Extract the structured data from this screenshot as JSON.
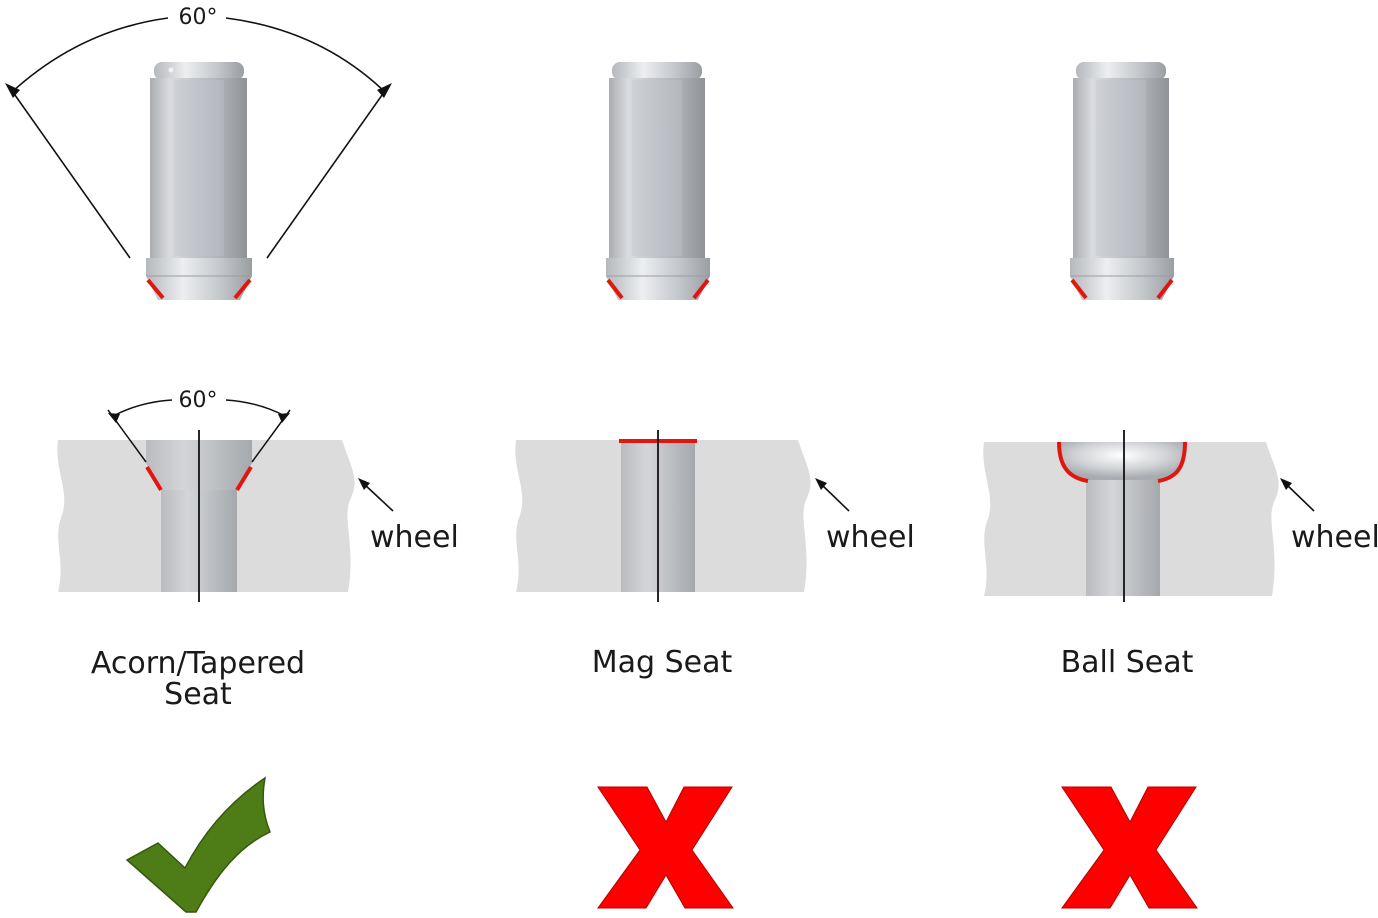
{
  "angle_label": "60°",
  "wheel_label": "wheel",
  "columns": [
    {
      "title_lines": [
        "Acorn/Tapered",
        "Seat"
      ],
      "seat_type": "tapered",
      "compatible": true
    },
    {
      "title_lines": [
        "Mag Seat"
      ],
      "seat_type": "mag",
      "compatible": false
    },
    {
      "title_lines": [
        "Ball Seat"
      ],
      "seat_type": "ball",
      "compatible": false
    }
  ],
  "colors": {
    "seat_highlight": "#e0160f",
    "wheel_body": "#dcdcdc",
    "nut_body": "#b9bcc1",
    "check": "#4e7d17",
    "cross": "#ff0000"
  }
}
